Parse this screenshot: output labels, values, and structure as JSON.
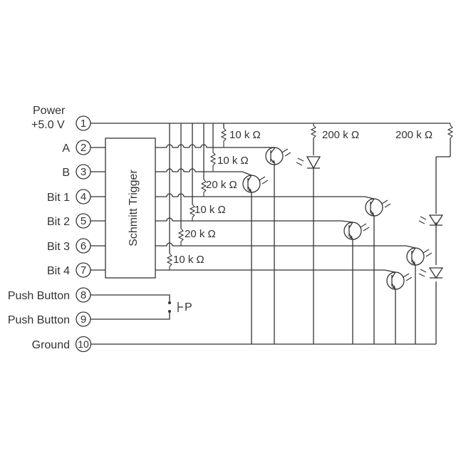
{
  "pins": [
    {
      "num": "1",
      "label_line1": "Power",
      "label_line2": "+5.0 V"
    },
    {
      "num": "2",
      "label": "A"
    },
    {
      "num": "3",
      "label": "B"
    },
    {
      "num": "4",
      "label": "Bit 1"
    },
    {
      "num": "5",
      "label": "Bit 2"
    },
    {
      "num": "6",
      "label": "Bit 3"
    },
    {
      "num": "7",
      "label": "Bit 4"
    },
    {
      "num": "8",
      "label": "Push Button"
    },
    {
      "num": "9",
      "label": "Push Button"
    },
    {
      "num": "10",
      "label": "Ground"
    }
  ],
  "ic": {
    "label": "Schmitt Trigger"
  },
  "switch": {
    "label": "P"
  },
  "resistors": [
    "10 k Ω",
    "10 k Ω",
    "20 k Ω",
    "10 k Ω",
    "20 k Ω",
    "10 k Ω",
    "200 k Ω",
    "200 k Ω"
  ],
  "colors": {
    "line": "#333333",
    "background": "#ffffff"
  }
}
